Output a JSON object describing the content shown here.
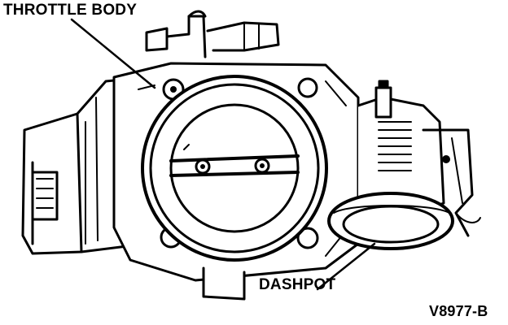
{
  "labels": {
    "throttle_body": "THROTTLE BODY",
    "dashpot": "DASHPOT",
    "figure_code": "V8977-B"
  },
  "colors": {
    "ink": "#000000",
    "paper": "#ffffff"
  }
}
